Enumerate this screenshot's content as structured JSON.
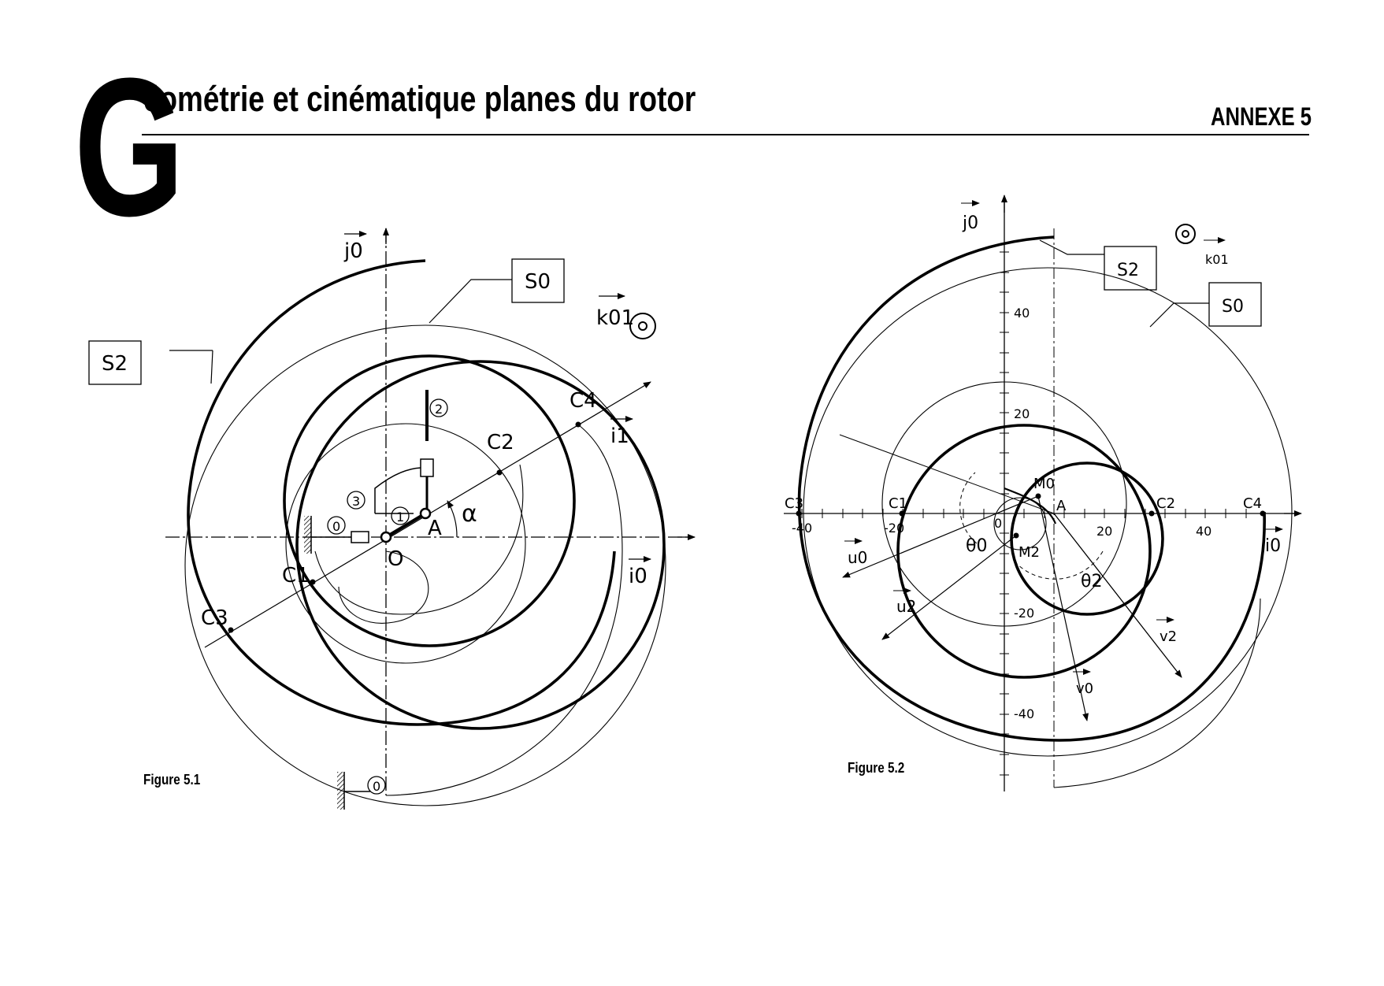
{
  "header": {
    "big_letter": "G",
    "title": "éométrie et cinématique planes du rotor",
    "annexe": "ANNEXE 5"
  },
  "figure1": {
    "caption": "Figure 5.1",
    "y_axis_label": "j0",
    "x_axis_label": "i0",
    "rotating_axis_label": "i1",
    "normal_label": "k01",
    "box_s0": "S0",
    "box_s2": "S2",
    "point_o": "O",
    "point_a": "A",
    "angle_alpha": "α",
    "c1": "C1",
    "c2": "C2",
    "c3": "C3",
    "c4": "C4",
    "body_0": "0",
    "body_1": "1",
    "body_2": "2",
    "body_3": "3"
  },
  "figure2": {
    "caption": "Figure 5.2",
    "y_axis_label": "j0",
    "x_axis_label": "i0",
    "normal_label": "k01",
    "box_s0": "S0",
    "box_s2": "S2",
    "point_a": "A",
    "point_m0": "M0",
    "point_m2": "M2",
    "c1": "C1",
    "c2": "C2",
    "c3": "C3",
    "c4": "C4",
    "theta0": "θ0",
    "theta2": "θ2",
    "u0": "u0",
    "u2": "u2",
    "v0": "v0",
    "v2": "v2",
    "ticks_x": [
      "-40",
      "-20",
      "0",
      "20",
      "40"
    ],
    "ticks_y": [
      "40",
      "20",
      "-20",
      "-40"
    ]
  }
}
